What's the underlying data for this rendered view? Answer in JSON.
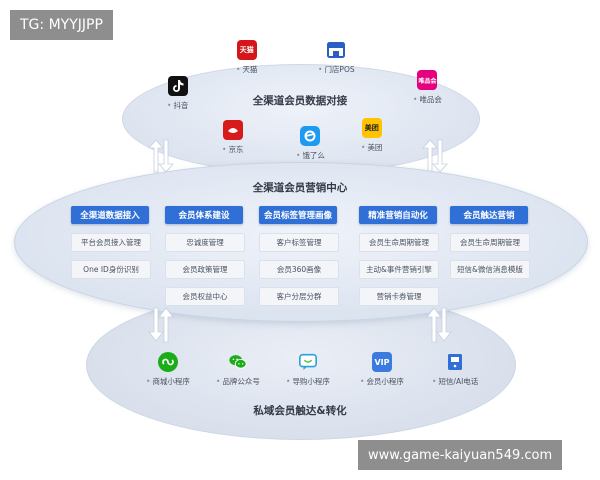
{
  "watermarks": {
    "top_left": "TG: MYYJJPP",
    "bottom_right": "www.game-kaiyuan549.com"
  },
  "top_layer": {
    "title": "全渠道会员数据对接",
    "apps": [
      {
        "label": "天猫",
        "icon": "tmall-icon",
        "icon_text": "天猫",
        "color": "#d4161c"
      },
      {
        "label": "门店POS",
        "icon": "store-pos-icon",
        "color": "#2a5fc1"
      },
      {
        "label": "抖音",
        "icon": "douyin-icon",
        "color": "#111111"
      },
      {
        "label": "唯品会",
        "icon": "vipshop-icon",
        "color": "#e4007f"
      },
      {
        "label": "京东",
        "icon": "jd-icon",
        "color": "#d71a1a"
      },
      {
        "label": "饿了么",
        "icon": "eleme-icon",
        "color": "#1e9bf0"
      },
      {
        "label": "美团",
        "icon": "meituan-icon",
        "icon_text": "美团",
        "color": "#ffc300"
      }
    ]
  },
  "middle_layer": {
    "title": "全渠道会员营销中心",
    "columns": [
      {
        "header": "全渠道数据接入",
        "items": [
          "平台会员接入管理",
          "One ID身份识别"
        ]
      },
      {
        "header": "会员体系建设",
        "items": [
          "忠诚度管理",
          "会员政策管理",
          "会员权益中心"
        ]
      },
      {
        "header": "会员标签管理画像",
        "items": [
          "客户标签管理",
          "会员360画像",
          "客户分层分群"
        ]
      },
      {
        "header": "精准营销自动化",
        "items": [
          "会员生命周期管理",
          "主动&事件营销引擎",
          "营销卡券管理"
        ]
      },
      {
        "header": "会员触达营销",
        "items": [
          "会员生命周期管理",
          "短信&微信消息模版"
        ]
      }
    ],
    "header_color": "#2f6fd6"
  },
  "bottom_layer": {
    "title": "私域会员触达&转化",
    "apps": [
      {
        "label": "商城小程序",
        "icon": "mini-program-icon",
        "color": "#1aad19"
      },
      {
        "label": "品牌公众号",
        "icon": "wechat-icon",
        "color": "#1aad19"
      },
      {
        "label": "导购小程序",
        "icon": "chat-bubble-icon",
        "color": "#2aa1d8"
      },
      {
        "label": "会员小程序",
        "icon": "vip-icon",
        "icon_text": "VIP",
        "color": "#3b7be0"
      },
      {
        "label": "短信/AI电话",
        "icon": "sms-icon",
        "color": "#2f6fd6"
      }
    ]
  }
}
